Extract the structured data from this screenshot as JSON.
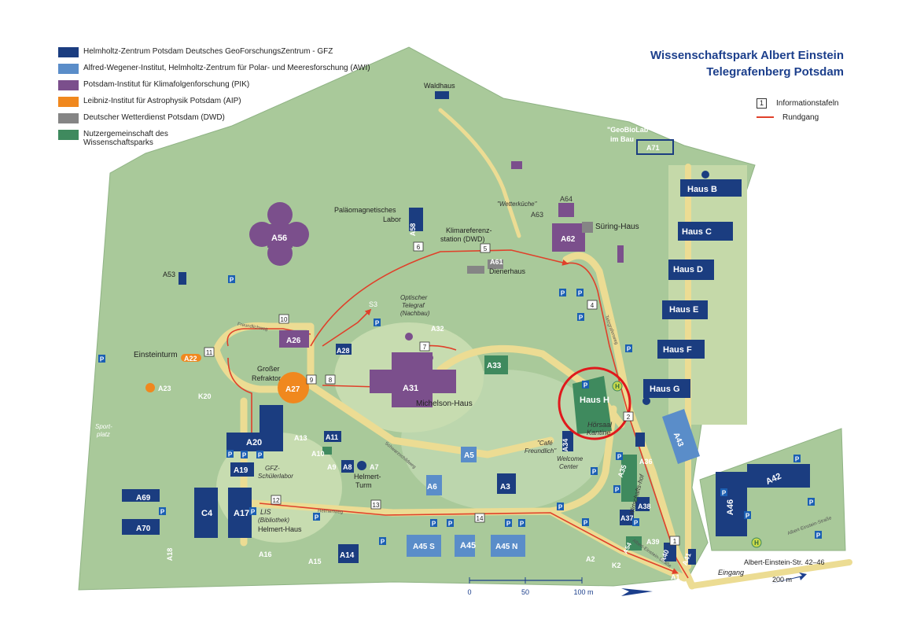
{
  "title": {
    "line1": "Wissenschaftspark Albert Einstein",
    "line2": "Telegrafenberg Potsdam"
  },
  "legend": [
    {
      "color": "#1b3d80",
      "label": "Helmholtz-Zentrum Potsdam Deutsches GeoForschungsZentrum - GFZ"
    },
    {
      "color": "#5a8dc9",
      "label": "Alfred-Wegener-Institut, Helmholtz-Zentrum für Polar- und Meeresforschung (AWI)"
    },
    {
      "color": "#7b4f8c",
      "label": "Potsdam-Institut für Klimafolgenforschung (PIK)"
    },
    {
      "color": "#f0881e",
      "label": "Leibniz-Institut für Astrophysik Potsdam (AIP)"
    },
    {
      "color": "#858585",
      "label": "Deutscher Wetterdienst Potsdam (DWD)"
    },
    {
      "color": "#3f8a5e",
      "label": "Nutzergemeinschaft des Wissenschaftsparks"
    }
  ],
  "keys": {
    "info_symbol": "1",
    "info_label": "Informationstafeln",
    "route_label": "Rundgang"
  },
  "colors": {
    "terrain": "#a9c99a",
    "road": "#ecdc93",
    "route": "#e0402a",
    "highlight": "#e0191c",
    "text_blue": "#1c3f8c"
  },
  "labels": {
    "waldhaus": "Waldhaus",
    "geobiolab1": "\"GeoBioLab\"",
    "geobiolab2": "im Bau",
    "a71": "A71",
    "wetterkueche": "\"Wetterküche\"",
    "a64": "A64",
    "a63": "A63",
    "a62": "A62",
    "sueringhaus": "Süring-Haus",
    "palaeo1": "Paläomagnetisches",
    "palaeo2": "Labor",
    "a58": "A58",
    "klima1": "Klimareferenz-",
    "klima2": "station (DWD)",
    "a61": "A61",
    "dienerhaus": "Dienerhaus",
    "a56": "A56",
    "a53": "A53",
    "s3": "S3",
    "telegraf1": "Optischer",
    "telegraf2": "Telegraf",
    "telegraf3": "(Nachbau)",
    "a32": "A32",
    "a26": "A26",
    "a28": "A28",
    "einsteinturm": "Einsteinturm",
    "a22": "A22",
    "refraktor1": "Großer",
    "refraktor2": "Refraktor",
    "a27": "A27",
    "a23": "A23",
    "k20": "K20",
    "a31": "A31",
    "michelson": "Michelson-Haus",
    "a33": "A33",
    "haush": "Haus H",
    "hoersaal1": "Hörsaal",
    "hoersaal2": "Kantine",
    "hausb": "Haus B",
    "hausc": "Haus C",
    "hausd": "Haus D",
    "hause": "Haus E",
    "hausf": "Haus F",
    "hausg": "Haus G",
    "a43": "A43",
    "a42": "A42",
    "a46": "A46",
    "sportplatz1": "Sport-",
    "sportplatz2": "platz",
    "a20": "A20",
    "a13": "A13",
    "a11": "A11",
    "a10": "A10",
    "a9": "A9",
    "a8": "A8",
    "a7": "A7",
    "helmertturm1": "Helmert-",
    "helmertturm2": "Turm",
    "a19": "A19",
    "gfz1": "GFZ-",
    "gfz2": "Schülerlabor",
    "a5": "A5",
    "a6": "A6",
    "a3": "A3",
    "a34": "A34",
    "cafe1": "\"Café",
    "cafe2": "Freundlich\"",
    "welcome1": "Welcome",
    "welcome2": "Center",
    "a35": "A35",
    "wirtschaftshof": "Wirtschafts-hof",
    "a36": "A36",
    "a38": "A38",
    "a37": "A37",
    "a39": "A39",
    "a54": "A54",
    "a40": "A40",
    "a41": "A41",
    "a69": "A69",
    "a70": "A70",
    "c4": "C4",
    "a17": "A17",
    "lis1": "LIS",
    "lis2": "(Bibliothek)",
    "helmerthaus": "Helmert-Haus",
    "a18": "A18",
    "a16": "A16",
    "a15": "A15",
    "a14": "A14",
    "a45s": "A45 S",
    "a45": "A45",
    "a45n": "A45 N",
    "a2": "A2",
    "k2": "K2",
    "a1": "A1",
    "eingang": "Eingang",
    "freundlichweg": "Freundlichweg",
    "helmertweg": "Helmertweg",
    "schwarzschildweg": "Schwarzschildweg",
    "telegrafenweg": "Telegrafenweg",
    "street1": "Albert-Einstein-Straße",
    "street2": "Albert-Einstein-Straße",
    "address": "Albert-Einstein-Str. 42–46",
    "dist": "200 m",
    "parking": "P",
    "bus": "H"
  },
  "info_points": [
    "1",
    "2",
    "4",
    "5",
    "6",
    "7",
    "8",
    "9",
    "10",
    "11",
    "12",
    "13",
    "14"
  ],
  "scale": {
    "t0": "0",
    "t50": "50",
    "t100": "100 m"
  }
}
